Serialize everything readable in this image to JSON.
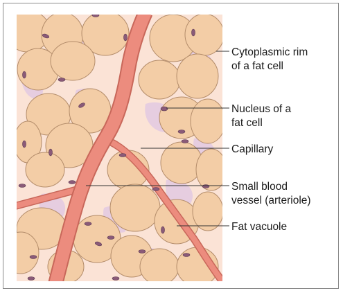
{
  "labels": {
    "cytoplasmic_rim": [
      "Cytoplasmic rim",
      "of a fat cell"
    ],
    "nucleus": [
      "Nucleus of a",
      "fat cell"
    ],
    "capillary": [
      "Capillary"
    ],
    "small_vessel": [
      "Small blood",
      "vessel (arteriole)"
    ],
    "fat_vacuole": [
      "Fat vacuole"
    ]
  },
  "colors": {
    "fat_cell_fill": "#f3cda6",
    "fat_cell_outline": "#b38c6a",
    "background_tissue": "#fbe3d6",
    "interstitial": "#e9d2e2",
    "vessel_fill": "#ec8c7e",
    "vessel_outline": "#c8675a",
    "nucleus_fill": "#8a5a78",
    "frame_border": "#8a8a8a"
  }
}
